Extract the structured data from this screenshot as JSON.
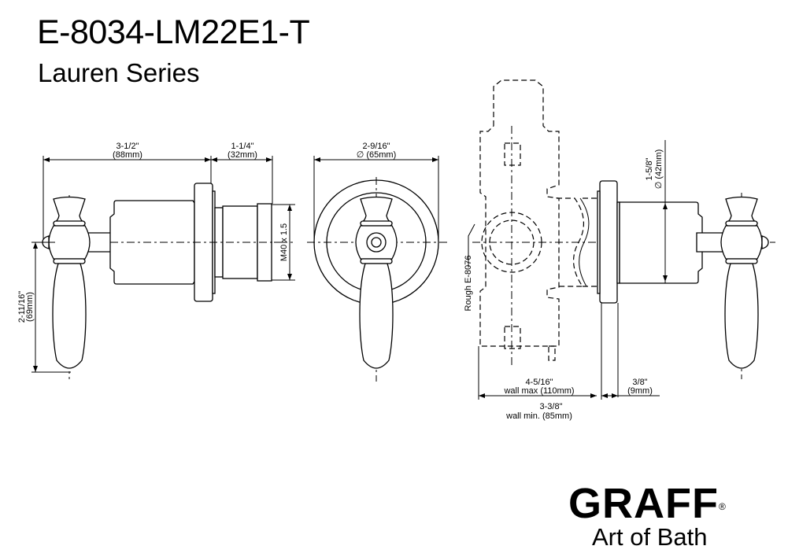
{
  "header": {
    "model": "E-8034-LM22E1-T",
    "series": "Lauren Series"
  },
  "dimensions": {
    "side_depth_in": "3-1/2\"",
    "side_depth_mm": "(88mm)",
    "stem_in": "1-1/4\"",
    "stem_mm": "(32mm)",
    "thread": "M40 x 1.5",
    "handle_drop_in": "2-11/16\"",
    "handle_drop_mm": "(69mm)",
    "escutcheon_dia_in": "2-9/16\"",
    "escutcheon_dia_mm": "∅ (65mm)",
    "body_dia_in": "1-5/8\"",
    "body_dia_mm": "∅ (42mm)",
    "rough": "Rough E-8076",
    "wall_max_in": "4-5/16\"",
    "wall_max_mm": "wall max (110mm)",
    "wall_min_in": "3-3/8\"",
    "wall_min_mm": "wall min. (85mm)",
    "flange_in": "3/8\"",
    "flange_mm": "(9mm)"
  },
  "brand": {
    "name": "GRAFF",
    "registered": "®",
    "tagline": "Art of Bath"
  }
}
